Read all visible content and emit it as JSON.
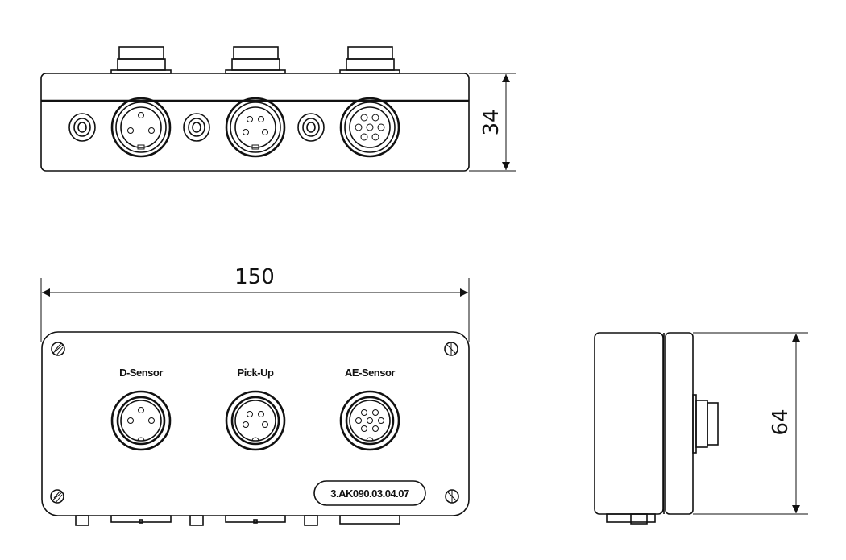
{
  "dimensions": {
    "height_top_view": "34",
    "width_front_view": "150",
    "depth_side_view": "64"
  },
  "connectors": [
    {
      "label": "D-Sensor",
      "pins": 3
    },
    {
      "label": "Pick-Up",
      "pins": 4
    },
    {
      "label": "AE-Sensor",
      "pins": 7
    }
  ],
  "part_number": "3.AK090.03.04.07"
}
